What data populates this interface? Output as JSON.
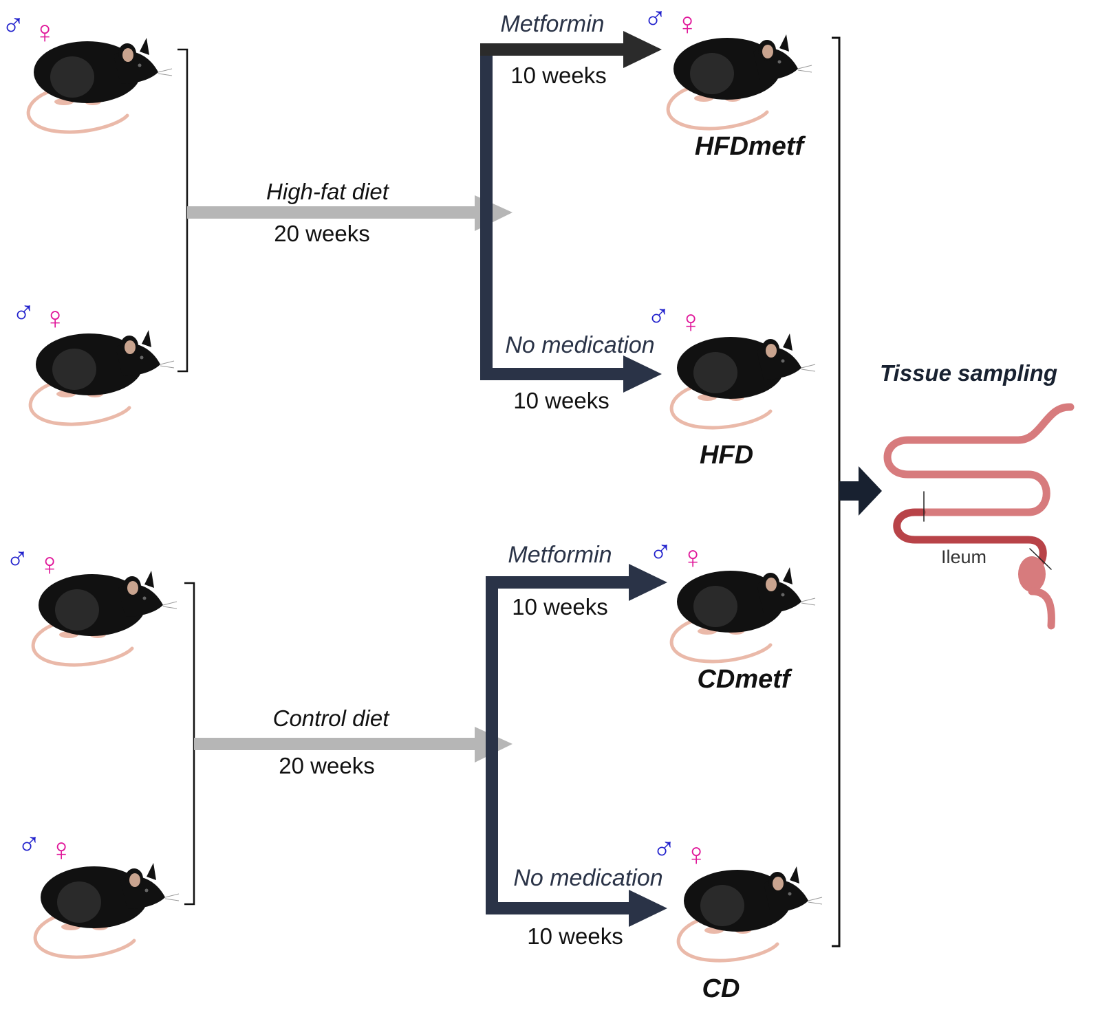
{
  "diets": [
    {
      "name": "High-fat diet",
      "duration": "20 weeks"
    },
    {
      "name": "Control diet",
      "duration": "20 weeks"
    }
  ],
  "treatments": [
    {
      "name": "Metformin",
      "duration": "10 weeks",
      "group": "HFDmetf"
    },
    {
      "name": "No medication",
      "duration": "10 weeks",
      "group": "HFD"
    },
    {
      "name": "Metformin",
      "duration": "10 weeks",
      "group": "CDmetf"
    },
    {
      "name": "No medication",
      "duration": "10 weeks",
      "group": "CD"
    }
  ],
  "sex_symbols": {
    "male": "♂",
    "female": "♀"
  },
  "tissue": {
    "title": "Tissue sampling",
    "label": "Ileum"
  },
  "colors": {
    "male": "#1f1fcc",
    "female": "#e0179a",
    "diet_arrow": "#b6b6b6",
    "treatment_arrow": "#2a3347",
    "metformin_top_arrow": "#2b2b2b",
    "tissue_arrow": "#182130",
    "mouse_body": "#111111",
    "mouse_tail": "#eab9a9",
    "intestine": "#d77b7d",
    "ileum": "#b84348"
  },
  "icons": [
    "mouse-icon",
    "male-symbol-icon",
    "female-symbol-icon",
    "intestine-icon"
  ]
}
